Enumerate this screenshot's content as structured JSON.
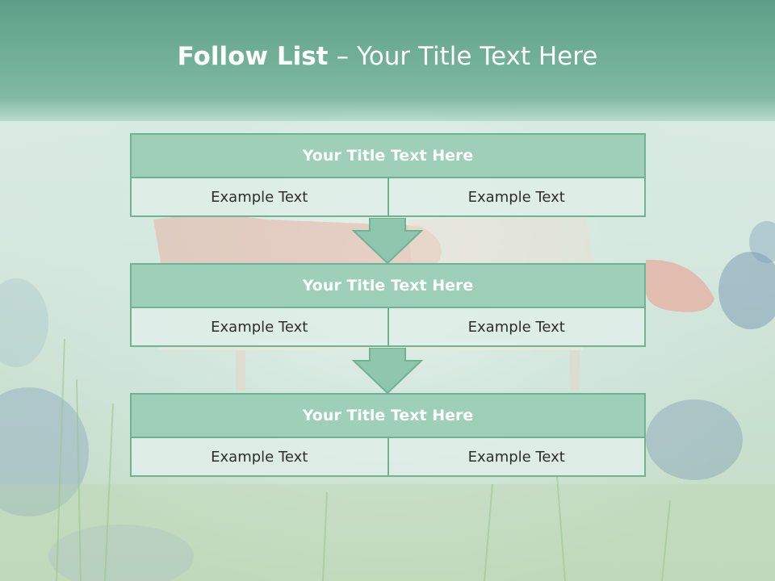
{
  "header": {
    "title_bold": "Follow List",
    "title_separator": "–",
    "title_rest": "Your Title Text Here"
  },
  "groups": [
    {
      "title": "Your Title Text Here",
      "cells": [
        "Example Text",
        "Example Text"
      ]
    },
    {
      "title": "Your Title Text Here",
      "cells": [
        "Example Text",
        "Example Text"
      ]
    },
    {
      "title": "Your Title Text Here",
      "cells": [
        "Example Text",
        "Example Text"
      ]
    }
  ],
  "colors": {
    "header_band": "#6fae97",
    "box_fill": "#9dcfb9",
    "box_border": "#6fb294",
    "cell_fill": "#deeee7",
    "arrow_fill": "#8ec7ae"
  }
}
